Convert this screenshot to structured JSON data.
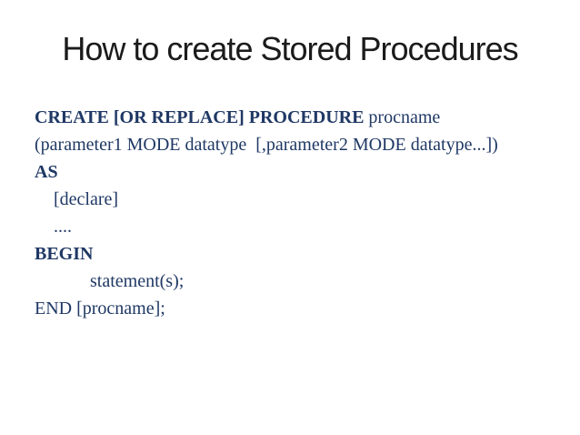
{
  "slide": {
    "title": "How to create Stored Procedures",
    "colors": {
      "background": "#ffffff",
      "title_text": "#1b1b1b",
      "code_text": "#1f3864"
    },
    "code_lines": [
      {
        "indent": 0,
        "segments": [
          {
            "text": "CREATE [OR REPLACE] PROCEDURE",
            "bold": true
          },
          {
            "text": " procname",
            "bold": false
          }
        ]
      },
      {
        "indent": 0,
        "segments": [
          {
            "text": "(parameter1 MODE datatype  [,parameter2 MODE datatype...])",
            "bold": false
          }
        ]
      },
      {
        "indent": 0,
        "segments": [
          {
            "text": "AS",
            "bold": true
          }
        ]
      },
      {
        "indent": 1,
        "segments": [
          {
            "text": "[declare]",
            "bold": false
          }
        ]
      },
      {
        "indent": 1,
        "segments": [
          {
            "text": "....",
            "bold": false
          }
        ]
      },
      {
        "indent": 0,
        "segments": [
          {
            "text": "BEGIN",
            "bold": true
          }
        ]
      },
      {
        "indent": 2,
        "segments": [
          {
            "text": "statement(s);",
            "bold": false
          }
        ]
      },
      {
        "indent": 0,
        "segments": [
          {
            "text": "END [procname];",
            "bold": false
          }
        ]
      }
    ]
  }
}
